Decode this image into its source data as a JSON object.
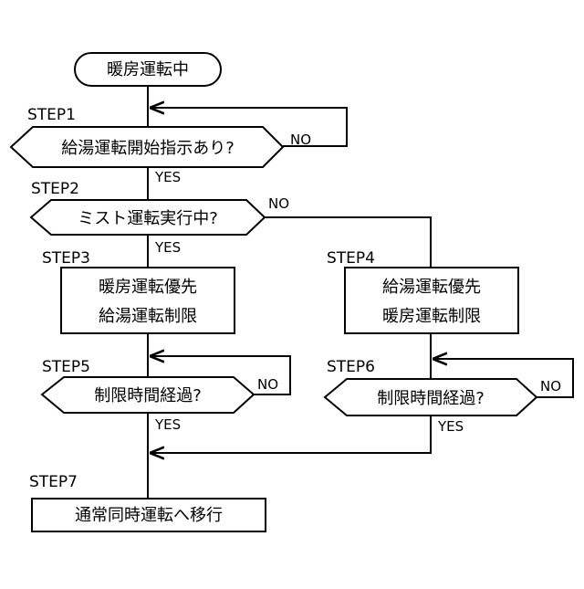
{
  "nodes": {
    "start": "暖房運転中",
    "q1": "給湯運転開始指示あり?",
    "q2": "ミスト運転実行中?",
    "p3_line1": "暖房運転優先",
    "p3_line2": "給湯運転制限",
    "p4_line1": "給湯運転優先",
    "p4_line2": "暖房運転制限",
    "q5": "制限時間経過?",
    "q6": "制限時間経過?",
    "p7": "通常同時運転へ移行"
  },
  "steps": {
    "s1": "STEP1",
    "s2": "STEP2",
    "s3": "STEP3",
    "s4": "STEP4",
    "s5": "STEP5",
    "s6": "STEP6",
    "s7": "STEP7"
  },
  "branches": {
    "q1_no": "NO",
    "q1_yes": "YES",
    "q2_no": "NO",
    "q2_yes": "YES",
    "q5_no": "NO",
    "q5_yes": "YES",
    "q6_no": "NO",
    "q6_yes": "YES"
  }
}
